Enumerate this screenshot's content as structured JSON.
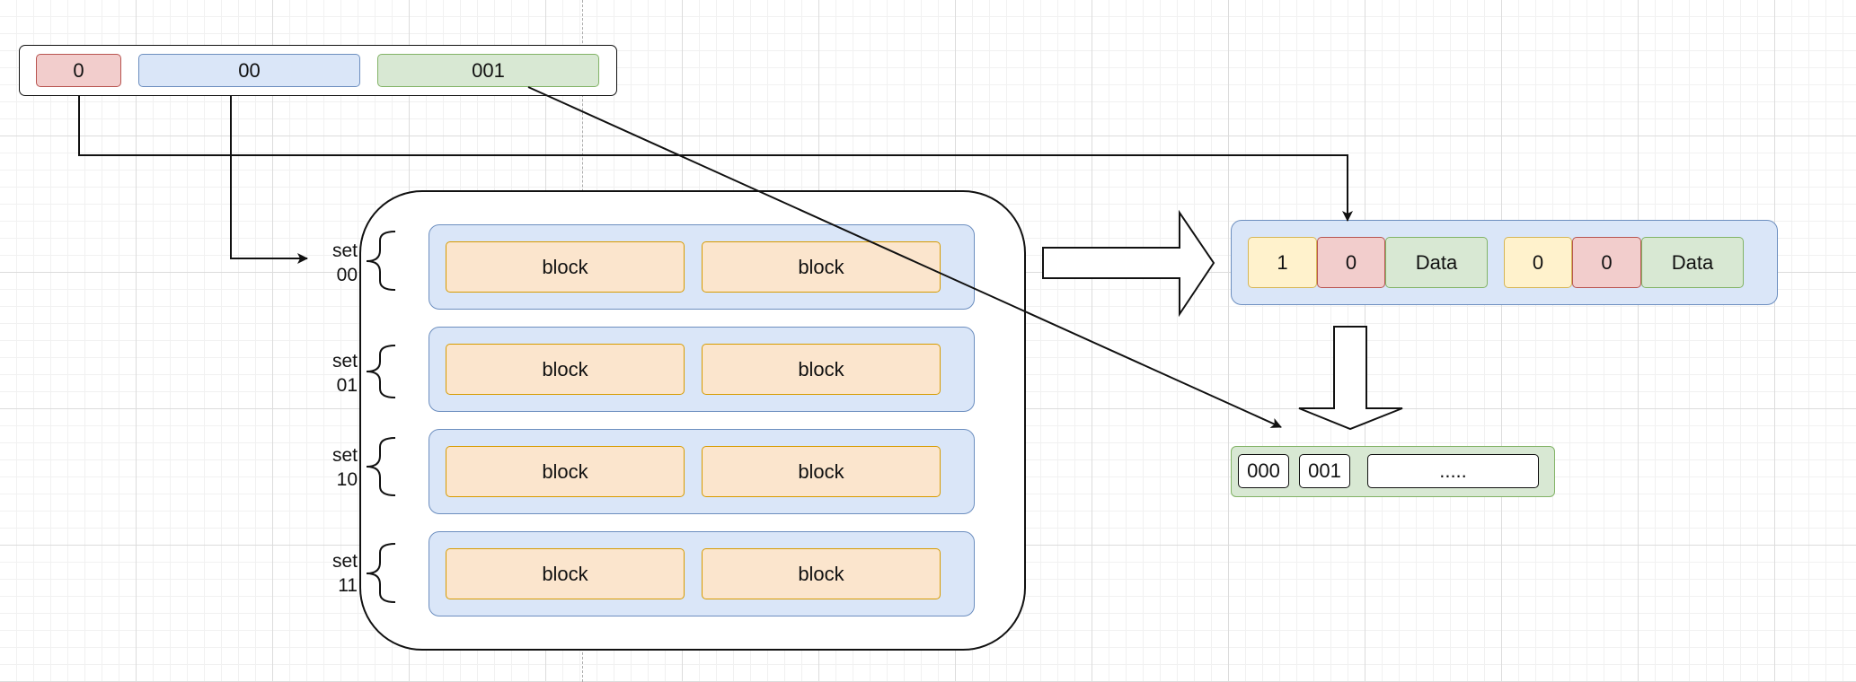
{
  "address": {
    "tag": "0",
    "index": "00",
    "offset": "001"
  },
  "cache": {
    "sets": [
      {
        "label_line1": "set",
        "label_line2": "00",
        "blocks": [
          "block",
          "block"
        ]
      },
      {
        "label_line1": "set",
        "label_line2": "01",
        "blocks": [
          "block",
          "block"
        ]
      },
      {
        "label_line1": "set",
        "label_line2": "10",
        "blocks": [
          "block",
          "block"
        ]
      },
      {
        "label_line1": "set",
        "label_line2": "11",
        "blocks": [
          "block",
          "block"
        ]
      }
    ]
  },
  "cache_line": {
    "way1": {
      "valid": "1",
      "tag": "0",
      "data": "Data"
    },
    "way2": {
      "valid": "0",
      "tag": "0",
      "data": "Data"
    }
  },
  "data_block": {
    "byte0": "000",
    "byte1": "001",
    "rest": "....."
  },
  "colors": {
    "tag_fill": "#f2cdcc",
    "index_fill": "#dae6f8",
    "offset_fill": "#d8e8d3",
    "valid_fill": "#fff2cc",
    "block_fill": "#fbe5cd"
  }
}
